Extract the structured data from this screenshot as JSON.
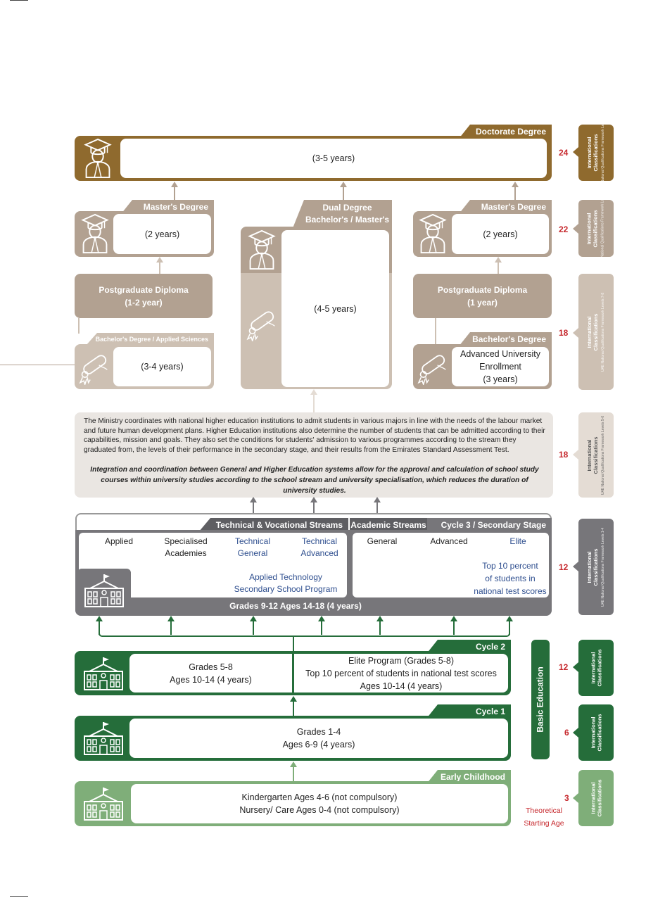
{
  "doctorate": {
    "title": "Doctorate Degree",
    "duration": "(3-5 years)"
  },
  "masters_left": {
    "title": "Master's Degree",
    "duration": "(2 years)"
  },
  "masters_right": {
    "title": "Master's Degree",
    "duration": "(2 years)"
  },
  "dual": {
    "title_line1": "Dual Degree",
    "title_line2": "Bachelor's / Master's",
    "duration": "(4-5 years)"
  },
  "pg_left": {
    "line1": "Postgraduate Diploma",
    "line2": "(1-2 year)"
  },
  "pg_right": {
    "line1": "Postgraduate Diploma",
    "line2": "(1 year)"
  },
  "bach_left": {
    "title": "Bachelor's Degree / Applied Sciences",
    "duration": "(3-4 years)"
  },
  "bach_right": {
    "title": "Bachelor's Degree",
    "line1": "Advanced University",
    "line2": "Enrollment",
    "line3": "(3 years)"
  },
  "ministry": {
    "paragraph": "The Ministry coordinates with national higher education institutions to admit students in various majors in line with the needs of the labour market and future human development plans. Higher Education institutions also determine the number of students that can be admitted according to their capabilities, mission and goals. They also set the conditions for students' admission to various programmes according to the stream they graduated from, the levels of their performance in the secondary stage, and their results from the Emirates Standard Assessment Test.",
    "emphasis": "Integration and coordination between General and Higher Education systems allow for the approval and calculation of school study courses within university studies according to the school stream and university specialisation, which reduces the duration of university studies."
  },
  "cycle3": {
    "tab_tech": "Technical & Vocational Streams",
    "tab_academic": "Academic Streams",
    "tab_cycle": "Cycle 3 / Secondary Stage",
    "applied": "Applied",
    "specialised_1": "Specialised",
    "specialised_2": "Academies",
    "tech_general_1": "Technical",
    "tech_general_2": "General",
    "tech_adv_1": "Technical",
    "tech_adv_2": "Advanced",
    "atssp_1": "Applied Technology",
    "atssp_2": "Secondary School Program",
    "general": "General",
    "advanced": "Advanced",
    "elite": "Elite",
    "top_1": "Top 10 percent",
    "top_2": "of students in",
    "top_3": "national test scores",
    "footer": "Grades 9-12 Ages 14-18 (4 years)"
  },
  "cycle2": {
    "tab": "Cycle 2",
    "left_1": "Grades 5-8",
    "left_2": "Ages 10-14 (4 years)",
    "right_1": "Elite Program (Grades 5-8)",
    "right_2": "Top 10 percent of students in national test scores",
    "right_3": "Ages 10-14 (4 years)"
  },
  "cycle1": {
    "tab": "Cycle 1",
    "line1": "Grades 1-4",
    "line2": "Ages 6-9 (4 years)"
  },
  "early": {
    "tab": "Early Childhood",
    "line1": "Kindergarten Ages 4-6 (not compulsory)",
    "line2": "Nursery/ Care Ages 0-4 (not compulsory)"
  },
  "basic_education": "Basic Education",
  "side": {
    "title_1": "International",
    "title_2": "Classifications",
    "sub_l10": "UAE National Qualifications Framework Level 10",
    "sub_l9": "UAE National Qualifications Framework Level 9",
    "sub_l78": "UAE National Qualifications Framework Levels 7-8",
    "sub_l56": "UAE National Qualifications Framework Levels 5-6",
    "sub_l14": "UAE National Qualifications Framework Levels 1-4"
  },
  "ages": {
    "a24": "24",
    "a22": "22",
    "a18a": "18",
    "a18b": "18",
    "a12a": "12",
    "a12b": "12",
    "a6": "6",
    "a3": "3",
    "theoretical_1": "Theoretical",
    "theoretical_2": "Starting Age"
  },
  "colors": {
    "gold": "#8f6a2e",
    "taupe": "#b2a191",
    "light_taupe": "#cdc0b3",
    "gray": "#77767a",
    "dark_green": "#256d3a",
    "light_green": "#7fae79",
    "accent_red": "#c6282d"
  },
  "icons": {
    "graduate": "graduate-icon",
    "diploma": "diploma-scroll-icon",
    "school": "school-building-icon"
  }
}
